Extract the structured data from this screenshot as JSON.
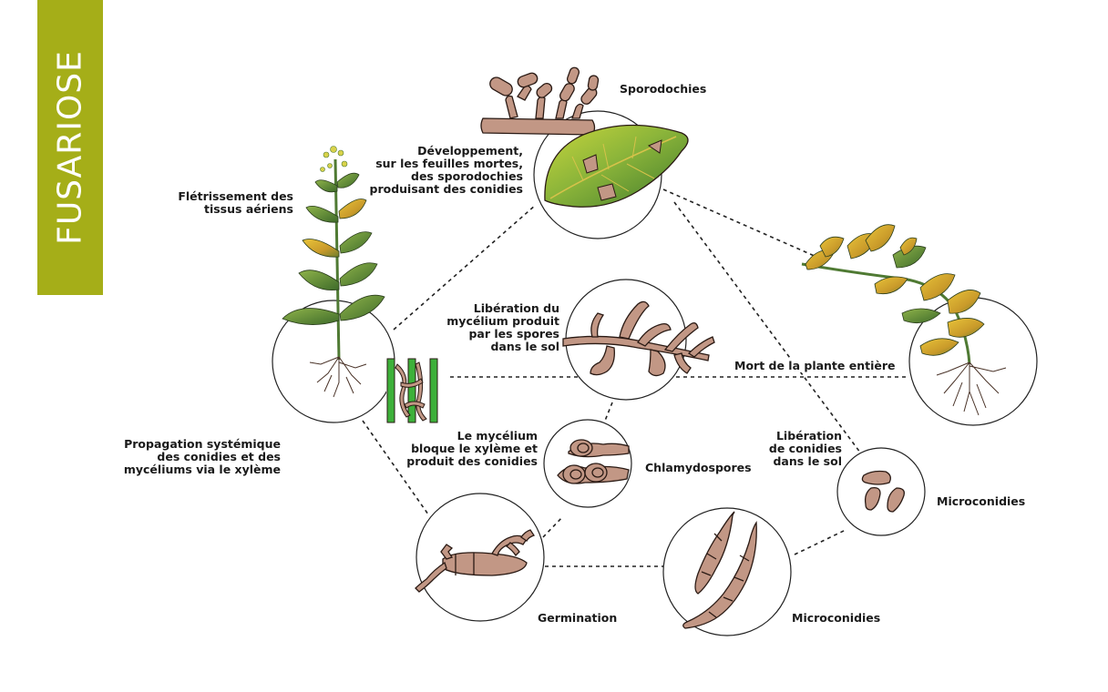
{
  "title": "FUSARIOSE",
  "colors": {
    "banner": "#a5ae18",
    "fungus_fill": "#c29785",
    "fungus_stroke": "#2a1a14",
    "leaf_dark": "#4f7a33",
    "leaf_light": "#b7cc3a",
    "leaf_yellow": "#e0b030",
    "xylem": "#3db03a"
  },
  "labels": {
    "sporodochies": "Sporodochies",
    "developpement": "Développement,\nsur les feuilles mortes,\ndes sporodochies\nproduisant des conidies",
    "fletrissement": "Flétrissement des\ntissus aériens",
    "liberation_mycelium": "Libération du\nmycélium produit\npar les spores\ndans le sol",
    "mort": "Mort de la plante entière",
    "propagation": "Propagation systémique\ndes conidies et des\nmycéliums via le xylème",
    "bloque": "Le mycélium\nbloque le xylème et\nproduit des conidies",
    "chlamydospores": "Chlamydospores",
    "liberation_conidies": "Libération\nde conidies\ndans le sol",
    "microconidies_right": "Microconidies",
    "germination": "Germination",
    "microconidies_bottom": "Microconidies"
  },
  "icons": {
    "banner": "title-banner",
    "plant_wilting": "wilting-plant-icon",
    "plant_dead": "dead-plant-icon",
    "leaf": "dead-leaf-icon",
    "sporodochia": "sporodochia-icon",
    "mycelium": "mycelium-icon",
    "xylem": "xylem-icon",
    "chlamydospore": "chlamydospore-icon",
    "germination": "germinating-spore-icon",
    "macroconidia": "conidia-icon",
    "microconidia": "microconidia-icon"
  }
}
